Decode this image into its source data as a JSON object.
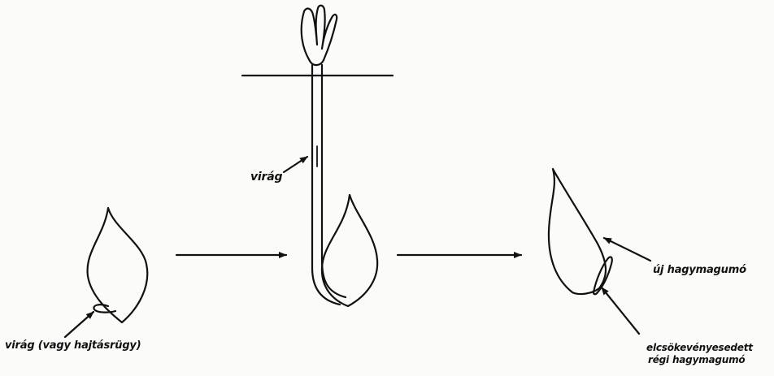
{
  "labels": {
    "flower_bud": "virág (vagy hajtásrügy)",
    "flower": "virág",
    "new_bulb": "új hagymagumó",
    "old_bulb_line1": "elcsökevényesedett",
    "old_bulb_line2": "régi hagymagumó"
  },
  "colors": {
    "ink": "#111111",
    "paper": "#fbfbf9"
  }
}
